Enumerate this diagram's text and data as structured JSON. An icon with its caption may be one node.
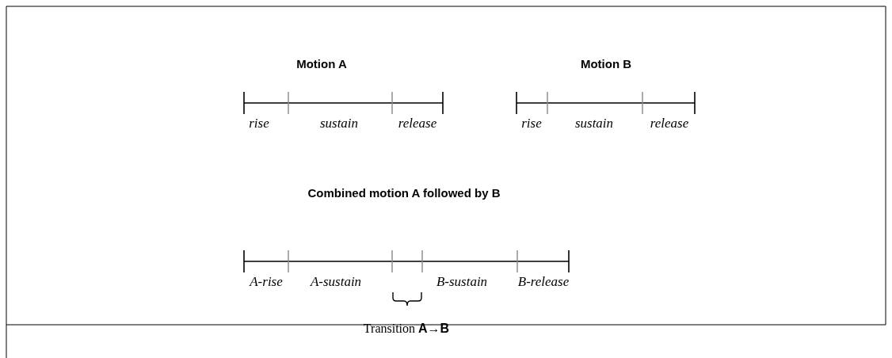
{
  "diagram": {
    "labels": [
      "Motion A",
      "Motion B",
      "rise",
      "sustain",
      "release",
      "rise",
      "sustain",
      "release",
      "Combined motion A followed by B",
      "A-rise",
      "A-sustain",
      "B-sustain",
      "B-release",
      "Transition **A→B**"
    ]
  }
}
